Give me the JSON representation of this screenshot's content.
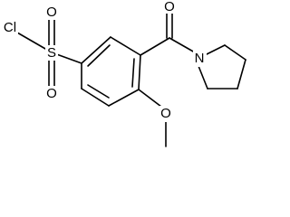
{
  "structure": {
    "atoms": {
      "chlorine": "Cl",
      "sulfur": "S",
      "sulfonyl_oxygen_top": "O",
      "sulfonyl_oxygen_bottom": "O",
      "carbonyl_oxygen": "O",
      "pyrrolidine_nitrogen": "N",
      "methoxy_oxygen": "O"
    }
  },
  "colors": {
    "bond": "#000000",
    "background": "#ffffff"
  }
}
